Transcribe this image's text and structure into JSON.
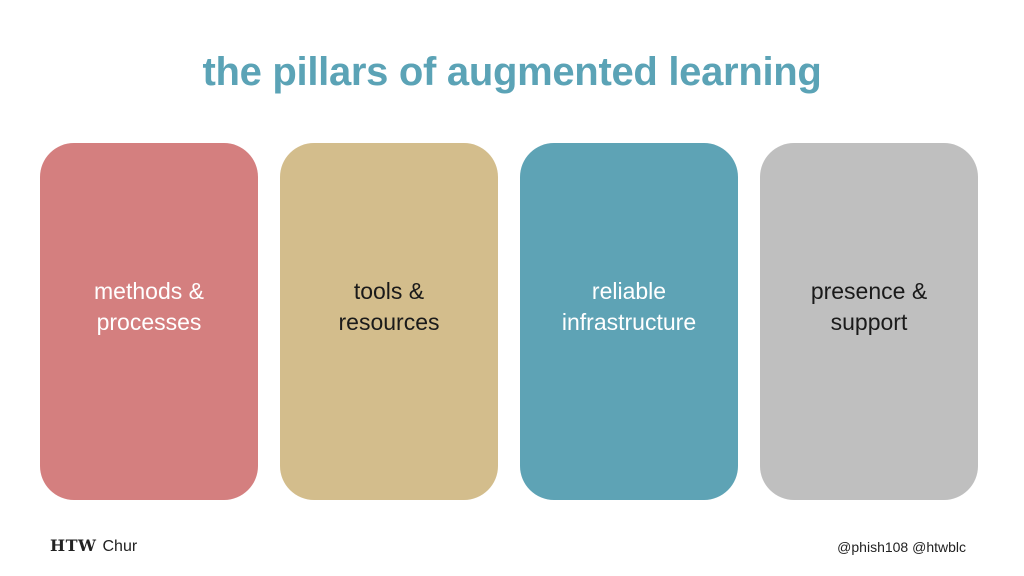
{
  "slide": {
    "title": "the pillars of augmented learning",
    "title_color": "#5ba3b6"
  },
  "pillars": [
    {
      "label": "methods &\nprocesses",
      "bg": "#d47f7f",
      "text_color": "#ffffff"
    },
    {
      "label": "tools &\nresources",
      "bg": "#d3bd8c",
      "text_color": "#1a1a1a"
    },
    {
      "label": "reliable\ninfrastructure",
      "bg": "#5ea3b5",
      "text_color": "#ffffff"
    },
    {
      "label": "presence &\nsupport",
      "bg": "#bfbfbf",
      "text_color": "#1a1a1a"
    }
  ],
  "footer": {
    "logo_bold": "HTW",
    "logo_light": "Chur",
    "handles": "@phish108 @htwblc"
  }
}
